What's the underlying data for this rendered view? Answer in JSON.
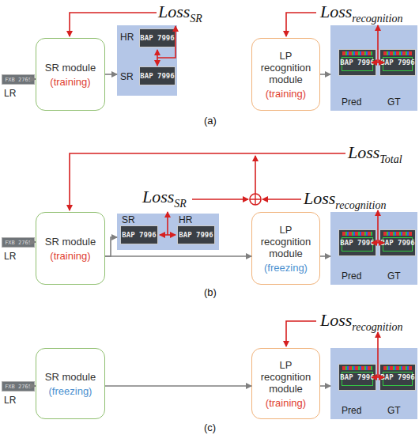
{
  "diagram": {
    "nodes": [
      {
        "text": [
          "FXB 2765",
          "LR"
        ]
      },
      {
        "text": [
          "SR module",
          "(training)"
        ]
      },
      {
        "text": [
          "HR",
          "SR"
        ]
      },
      {
        "text": [
          "LP recognition module",
          "(training)"
        ]
      },
      {
        "text": [
          "Pred",
          "GT"
        ]
      },
      {
        "text": [
          "FXB 2765",
          "LR"
        ]
      },
      {
        "text": [
          "SR module",
          "(training)"
        ]
      },
      {
        "text": [
          "SR",
          "HR"
        ]
      },
      {
        "text": [
          "LP recognition module",
          "(freezing)"
        ]
      },
      {
        "text": [
          "Pred",
          "GT"
        ]
      },
      {
        "text": [
          "FXB 2765",
          "LR"
        ]
      },
      {
        "text": [
          "SR module",
          "(freezing)"
        ]
      },
      {
        "text": [
          "LP recognition module",
          "(training)"
        ]
      },
      {
        "text": [
          "Pred",
          "GT"
        ]
      }
    ],
    "edges": [
      {
        "from": 0,
        "to": 1,
        "arrow": "to"
      },
      {
        "from": 1,
        "to": 2,
        "arrow": "to"
      },
      {
        "from": 3,
        "to": 4,
        "arrow": "to"
      },
      {
        "from": 5,
        "to": 6,
        "arrow": "to"
      },
      {
        "from": 6,
        "to": 7,
        "arrow": "to"
      },
      {
        "from": 6,
        "to": 8,
        "arrow": "to"
      },
      {
        "from": 8,
        "to": 9,
        "arrow": "to"
      },
      {
        "from": 10,
        "to": 11,
        "arrow": "to"
      },
      {
        "from": 11,
        "to": 12,
        "arrow": "to"
      },
      {
        "from": 12,
        "to": 13,
        "arrow": "to"
      }
    ],
    "labels": [
      "(a)",
      "Loss",
      "SR",
      "Loss",
      "recognition",
      "BAP 7996",
      "BAP 7996",
      "BAP 7996",
      "BAP 7996",
      "(b)",
      "Loss",
      "Total",
      "Loss",
      "SR",
      "Loss",
      "recognition",
      "BAP 7996",
      "BAP 7996",
      "BAP 7996",
      "BAP 7996",
      "(c)",
      "Loss",
      "recognition",
      "BAP 7996",
      "BAP 7996"
    ]
  }
}
